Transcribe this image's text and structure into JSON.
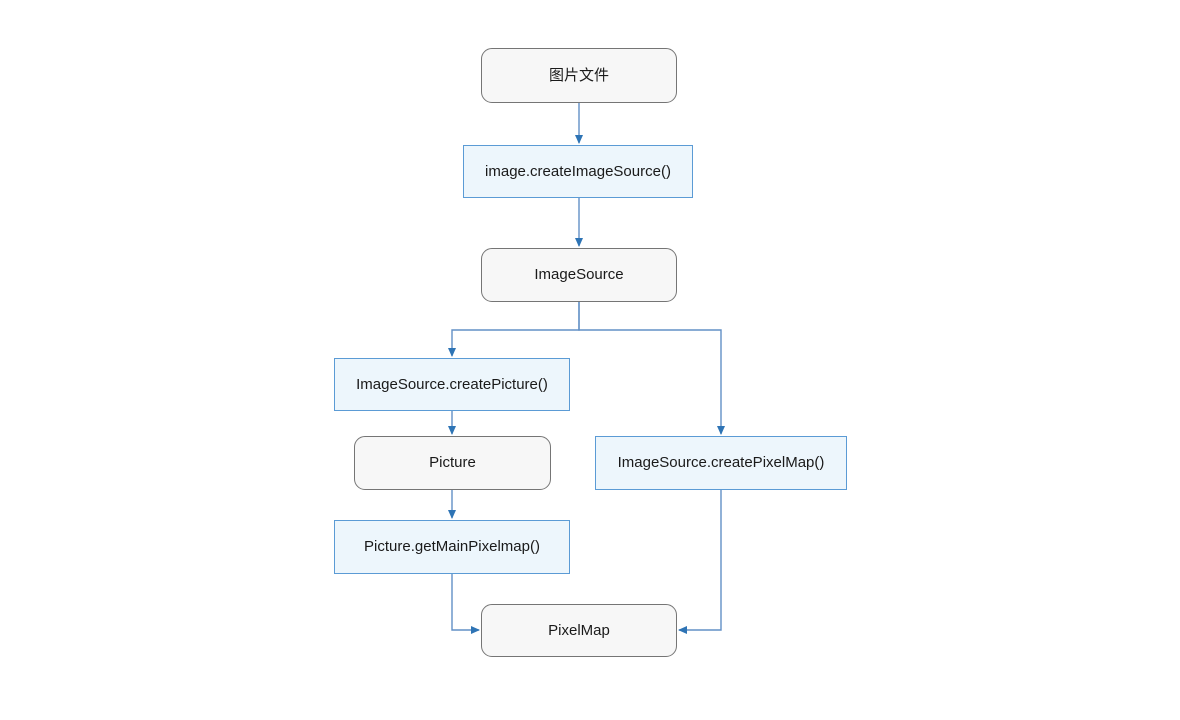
{
  "diagram": {
    "type": "flowchart",
    "language_note": "mixed Chinese and English labels",
    "nodes": [
      {
        "id": "image-file",
        "label": "图片文件",
        "kind": "artifact"
      },
      {
        "id": "create-image-source",
        "label": "image.createImageSource()",
        "kind": "api-call"
      },
      {
        "id": "image-source",
        "label": "ImageSource",
        "kind": "artifact"
      },
      {
        "id": "create-picture",
        "label": "ImageSource.createPicture()",
        "kind": "api-call"
      },
      {
        "id": "picture",
        "label": "Picture",
        "kind": "artifact"
      },
      {
        "id": "create-pixel-map",
        "label": "ImageSource.createPixelMap()",
        "kind": "api-call"
      },
      {
        "id": "get-main-pixelmap",
        "label": "Picture.getMainPixelmap()",
        "kind": "api-call"
      },
      {
        "id": "pixel-map",
        "label": "PixelMap",
        "kind": "artifact"
      }
    ],
    "edges": [
      {
        "from": "image-file",
        "to": "create-image-source"
      },
      {
        "from": "create-image-source",
        "to": "image-source"
      },
      {
        "from": "image-source",
        "to": "create-picture"
      },
      {
        "from": "image-source",
        "to": "create-pixel-map"
      },
      {
        "from": "create-picture",
        "to": "picture"
      },
      {
        "from": "picture",
        "to": "get-main-pixelmap"
      },
      {
        "from": "get-main-pixelmap",
        "to": "pixel-map"
      },
      {
        "from": "create-pixel-map",
        "to": "pixel-map"
      }
    ]
  },
  "colors": {
    "background": "#ffffff",
    "connector": "#6290c6",
    "arrowhead": "#2e74b5",
    "api_border": "#5b9bd5",
    "api_fill": "#edf6fc",
    "artifact_border": "#757575",
    "artifact_fill": "#f7f7f7",
    "text": "#1a1a1a"
  }
}
